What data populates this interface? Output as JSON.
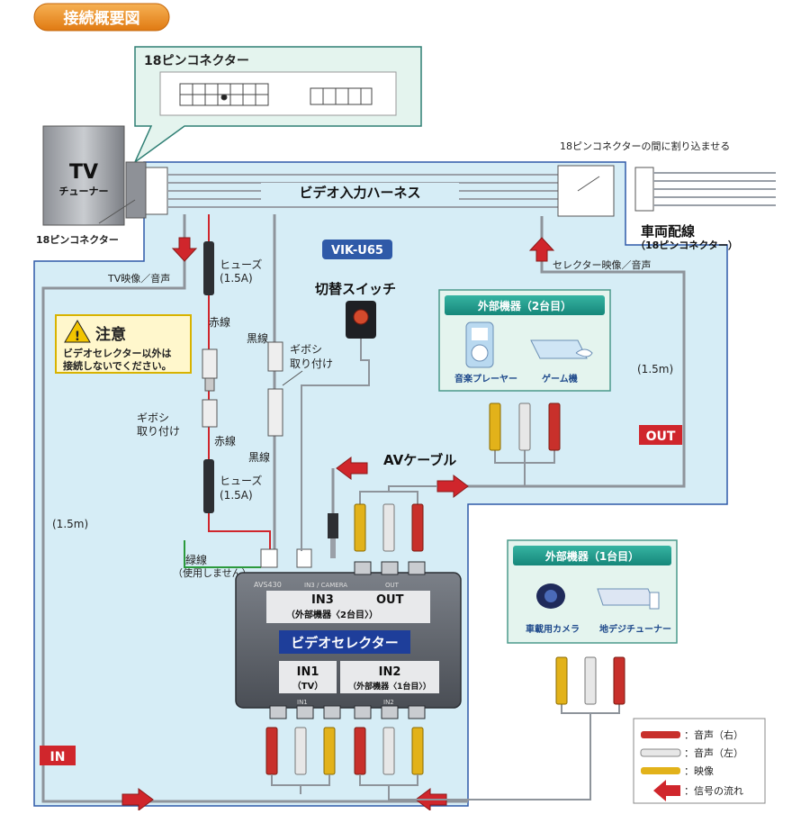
{
  "header": {
    "title": "接続概要図"
  },
  "connector_callout": {
    "title": "18ピンコネクター"
  },
  "tv_tuner": {
    "title": "TV",
    "subtitle": "チューナー",
    "connector_label": "18ピンコネクター"
  },
  "harness": {
    "label": "ビデオ入力ハーネス",
    "note": "18ピンコネクターの間に割り込ませる"
  },
  "vehicle": {
    "label": "車両配線",
    "sub": "（18ピンコネクター）"
  },
  "model": {
    "label": "VIK-U65"
  },
  "signals": {
    "tv_av": "TV映像／音声",
    "selector_av": "セレクター映像／音声",
    "length_left": "(1.5m)",
    "length_right": "(1.5m)",
    "in_badge": "IN",
    "out_badge": "OUT"
  },
  "caution": {
    "title": "注意",
    "line1": "ビデオセレクター以外は",
    "line2": "接続しないでください。"
  },
  "wiring": {
    "fuse_top": "ヒューズ",
    "fuse_top_val": "(1.5A)",
    "red_wire_top": "赤線",
    "black_wire_top": "黒線",
    "gibosi_right_1": "ギボシ",
    "gibosi_right_2": "取り付け",
    "gibosi_left_1": "ギボシ",
    "gibosi_left_2": "取り付け",
    "red_wire_bottom": "赤線",
    "black_wire_bottom": "黒線",
    "fuse_bottom": "ヒューズ",
    "fuse_bottom_val": "(1.5A)",
    "green_wire": "緑線",
    "green_wire_note": "（使用しません）"
  },
  "switch": {
    "label": "切替スイッチ"
  },
  "av_cable": {
    "label": "AVケーブル"
  },
  "device2": {
    "title": "外部機器（2台目）",
    "player": "音楽プレーヤー",
    "game": "ゲーム機"
  },
  "device1": {
    "title": "外部機器（1台目）",
    "camera": "車載用カメラ",
    "tuner": "地デジチューナー"
  },
  "selector": {
    "brand": "AVS430",
    "title": "ビデオセレクター",
    "in3": "IN3",
    "in3_sub": "（外部機器〈2台目〉）",
    "out": "OUT",
    "in1": "IN1",
    "in1_sub": "（TV）",
    "in2": "IN2",
    "in2_sub": "（外部機器〈1台目〉）",
    "port_in3cam": "IN3 / CAMERA",
    "port_out": "OUT",
    "port_in1": "IN1",
    "port_in2": "IN2"
  },
  "legend": {
    "audio_r": "：音声（右）",
    "audio_l": "：音声（左）",
    "video": "：映像",
    "flow": "：信号の流れ"
  },
  "colors": {
    "panel_fill": "#d6edf6",
    "panel_stroke": "#2f5aa8",
    "teal": "#1f9a8a",
    "teal_light": "#e4f4ee",
    "red_arrow": "#d0262c",
    "orange": "#e8851e",
    "red_plug": "#c8302b",
    "yellow_plug": "#e2b21a",
    "white_plug": "#e7e7e7",
    "gray_body": "#5b5f66"
  }
}
